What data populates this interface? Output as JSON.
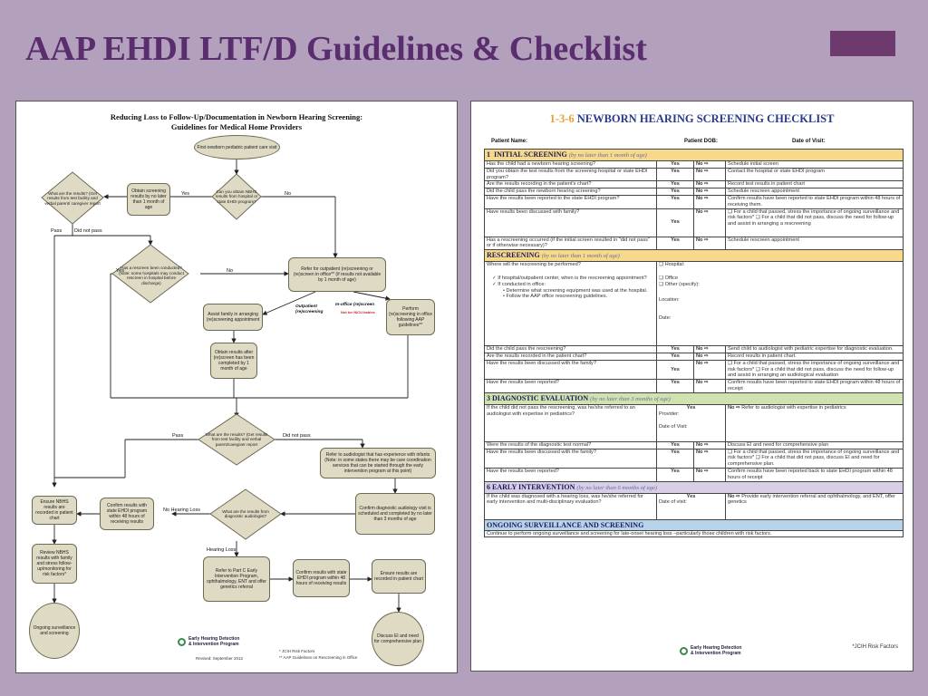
{
  "slide_title": "AAP EHDI LTF/D Guidelines & Checklist",
  "flowchart": {
    "title_line1": "Reducing Loss to Follow-Up/Documentation in Newborn Hearing Screening:",
    "title_line2": "Guidelines for Medical Home Providers",
    "nodes": {
      "start": "First newborn pediatric patient care visit",
      "obtain": "Obtain screening results by no later than 1 month of age",
      "can_obtain": "Can you obtain NBHS results from hospital or state EHDI program?",
      "what_results_top": "What are the results? (Get results from test facility and verbal parent/ caregiver report",
      "rescreen_done": "Has a rescreen been conducted? (Note: some hospitals may conduct rescreen in hospital before discharge)",
      "refer_outpatient": "Refer for outpatient (re)screening or (re)screen in office** (if results not available by 1 month of age)",
      "assist": "Assist family in arranging (re)screening appointment",
      "perform_office": "Perform (re)screening in office following AAP guidelines**",
      "obtain_results_after": "Obtain results after (re)screen has been completed by 1 month of age",
      "what_results_mid": "What are the results? (Get results from test facility and verbal parent/caregiver report",
      "refer_audiologist": "Refer to audiologist that has experience with infants (Note: in some states there may be care coordination services that can be started through the early intervention program at this point)",
      "confirm_diag": "Confirm diagnostic audiology visit is scheduled and completed by no later than 3 months of age",
      "what_results_diag": "What are the results from diagnostic audiologist?",
      "confirm_state_ehdi_1": "Confirm results with state EHDI program within 48 hours of receiving results",
      "ensure_nbhs": "Ensure NBHS results are recorded in patient chart",
      "review_nbhs": "Review NBHS results with family and stress follow-up/monitoring for risk factors*",
      "ongoing": "Ongoing surveillance and screening",
      "refer_part_c": "Refer to Part C Early Intervention Program, ophthalmology, ENT and offer genetics referral",
      "confirm_state_ehdi_2": "Confirm results with state EHDI program within 48 hours of receiving results",
      "ensure_recorded": "Ensure results are recorded in patient chart",
      "discuss_ei": "Discuss EI and need for comprehensive plan"
    },
    "labels": {
      "yes1": "Yes",
      "no1": "No",
      "pass1": "Pass",
      "did_not_pass1": "Did not pass",
      "yes2": "Yes",
      "no2": "No",
      "outpatient": "Outpatient (re)screening",
      "in_office": "In-office (re)screen",
      "not_nicu": "Not for NICU babies",
      "pass2": "Pass",
      "did_not_pass2": "Did not pass",
      "no_hearing_loss": "No Hearing Loss",
      "hearing_loss": "Hearing Loss"
    },
    "logo_line1": "Early Hearing Detection",
    "logo_line2": "& Intervention Program",
    "revised": "Revised: September 2012",
    "foot1": "* JCIH Risk Factors",
    "foot2": "** AAP Guidelines on Rescreening in Office"
  },
  "checklist": {
    "title_num": "1-3-6",
    "title_rest": " NEWBORN HEARING SCREENING CHECKLIST",
    "patient_name": "Patient Name:",
    "patient_dob": "Patient DOB:",
    "visit_date": "Date of Visit:",
    "s1": {
      "num": "1",
      "title": "INITIAL SCREENING",
      "note": "(by no later than 1 month of age)"
    },
    "s1_rows": [
      {
        "q": "Has the child had a newborn hearing screening?",
        "yes": "Yes",
        "no": "No ⇨",
        "action": "Schedule initial screen"
      },
      {
        "q": "Did you obtain the test results from the screening hospital or state EHDI program?",
        "yes": "Yes",
        "no": "No ⇨",
        "action": "Contact the hospital or state EHDI program"
      },
      {
        "q": "Are the results recording in the patient's chart?",
        "yes": "Yes",
        "no": "No ⇨",
        "action": "Record test results in patient chart"
      },
      {
        "q": "Did the child pass the newborn hearing screening?",
        "yes": "Yes",
        "no": "No ⇨",
        "action": "Schedule rescreen appointment"
      },
      {
        "q": "Have the results been reported to the state EHDI program?",
        "yes": "Yes",
        "no": "No ⇨",
        "action": "Confirm results have been reported to state EHDI program within 48 hours of receiving them."
      },
      {
        "q": "Have results been discussed with family?",
        "yes": "Yes",
        "no": "No ⇨",
        "action": "❑ For a child that passed, stress the importance of ongoing surveillance and risk factors* ❑ For a child that did not pass, discuss the need for follow-up and assist in arranging a rescreening"
      },
      {
        "q": "Has a rescreening occurred (if the initial screen resulted in \"did not pass\" or if otherwise necessary)?",
        "yes": "Yes",
        "no": "No ⇨",
        "action": "Schedule rescreen appointment"
      }
    ],
    "s2": {
      "title": "RESCREENING",
      "note": "(by no later than 1 month of age)"
    },
    "s2_where": "Where will the rescreening be performed?",
    "s2_bullet1": "If hospital/outpatient center, when is the rescreening appointment?",
    "s2_bullet2": "If conducted in office:",
    "s2_sub1": "Determine what screening equipment was used at the hospital.",
    "s2_sub2": "Follow the AAP office rescreening guidelines.",
    "s2_hospital": "❑ Hospital:",
    "s2_office": "❑ Office",
    "s2_other": "❑ Other (specify):",
    "s2_location": "Location:",
    "s2_date": "Date:",
    "s2_rows": [
      {
        "q": "Did the child pass the rescreening?",
        "yes": "Yes",
        "no": "No ⇨",
        "action": "Send child to audiologist with pediatric expertise for diagnostic evaluation."
      },
      {
        "q": "Are the results recorded in the patient chart?",
        "yes": "Yes",
        "no": "No ⇨",
        "action": "Record results in patient chart."
      },
      {
        "q": "Have the results been discussed with the family?",
        "yes": "Yes",
        "no": "No ⇨",
        "action": "❑ For a child that passed, stress the importance of ongoing surveillance and risk factors* ❑ For a child that did not pass, discuss the need for follow-up and assist in arranging an audiological evaluation"
      },
      {
        "q": "Have the results been reported?",
        "yes": "Yes",
        "no": "No ⇨",
        "action": "Confirm results have been reported to state EHDI program within 48 hours of receipt"
      }
    ],
    "s3": {
      "num": "3",
      "title": "DIAGNOSTIC EVALUATION",
      "note": "(by no later than 3 months of age)"
    },
    "s3_first_q": "If the child did not pass the rescreening, was he/she referred to an audiologist with expertise in pediatrics?",
    "s3_first_yes": "Yes",
    "s3_provider": "Provider:",
    "s3_date": "Date of Visit:",
    "s3_first_no": "No ⇨",
    "s3_first_action": "Refer to audiologist with expertise in pediatrics",
    "s3_rows": [
      {
        "q": "Were the results of the diagnostic test normal?",
        "yes": "Yes",
        "no": "No ⇨",
        "action": "Discuss EI and need for comprehensive plan"
      },
      {
        "q": "Have the results been discussed with the family?",
        "yes": "Yes",
        "no": "No ⇨",
        "action": "❑ For a child that passed, stress the importance of ongoing surveillance and risk factors* ❑ For a child that did not pass, discuss EI and need for comprehensive plan."
      },
      {
        "q": "Have the results been reported?",
        "yes": "Yes",
        "no": "No ⇨",
        "action": "Confirm results have been reported back to state EHDI program within 48 hours of receipt"
      }
    ],
    "s6": {
      "num": "6",
      "title": "EARLY INTERVENTION",
      "note": "(by no later than 6 months of age)"
    },
    "s6_q": "If the child was diagnosed with a hearing loss, was he/she referred for early intervention and multi-disciplinary evaluation?",
    "s6_yes": "Yes",
    "s6_date": "Date of visit:",
    "s6_no": "No ⇨",
    "s6_action": "Provide early intervention referral and ophthalmology, and ENT, offer genetics",
    "s7": {
      "title": "ONGOING SURVEILLANCE AND SCREENING"
    },
    "s7_text": "Continue to perform ongoing surveillance and screening for late-onset hearing loss –particularly those children with risk factors.",
    "logo_line1": "Early Hearing Detection",
    "logo_line2": "& Intervention Program",
    "footnote": "*JCIH Risk Factors"
  }
}
